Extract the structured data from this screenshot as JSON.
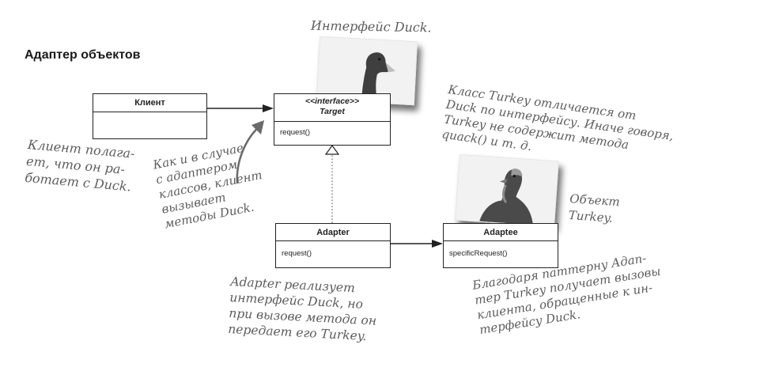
{
  "title": "Адаптер объектов",
  "uml": {
    "client": {
      "name": "Клиент"
    },
    "target": {
      "stereotype": "<<interface>>",
      "name": "Target",
      "method": "request()"
    },
    "adapter": {
      "name": "Adapter",
      "method": "request()"
    },
    "adaptee": {
      "name": "Adaptee",
      "method": "specificRequest()"
    }
  },
  "notes": {
    "duck_interface": "Интерфейс Duck.",
    "client_relies": "Клиент полага-\nет, что он ра-\nботает с Duck.",
    "adapter_like": "Как и в случае\nс адаптером\nклассов, клиент\nвызывает\nметоды Duck.",
    "turkey_differs": "Класс Turkey отличается от\nDuck по интерфейсу. Иначе говоря,\nTurkey не содержит метода\nquack() и т. д.",
    "turkey_object": "Объект\nTurkey.",
    "adapter_implements": "Adapter реализует\nинтерфейс Duck, но\nпри вызове метода он\nпередает его Turkey.",
    "thanks_pattern": "Благодаря паттерну Адап-\nтер Turkey получает вызовы\nклиента, обращенные к ин-\nтерфейсу Duck."
  },
  "colors": {
    "line": "#222222",
    "note_text": "#5d5d5d",
    "background": "#ffffff"
  }
}
